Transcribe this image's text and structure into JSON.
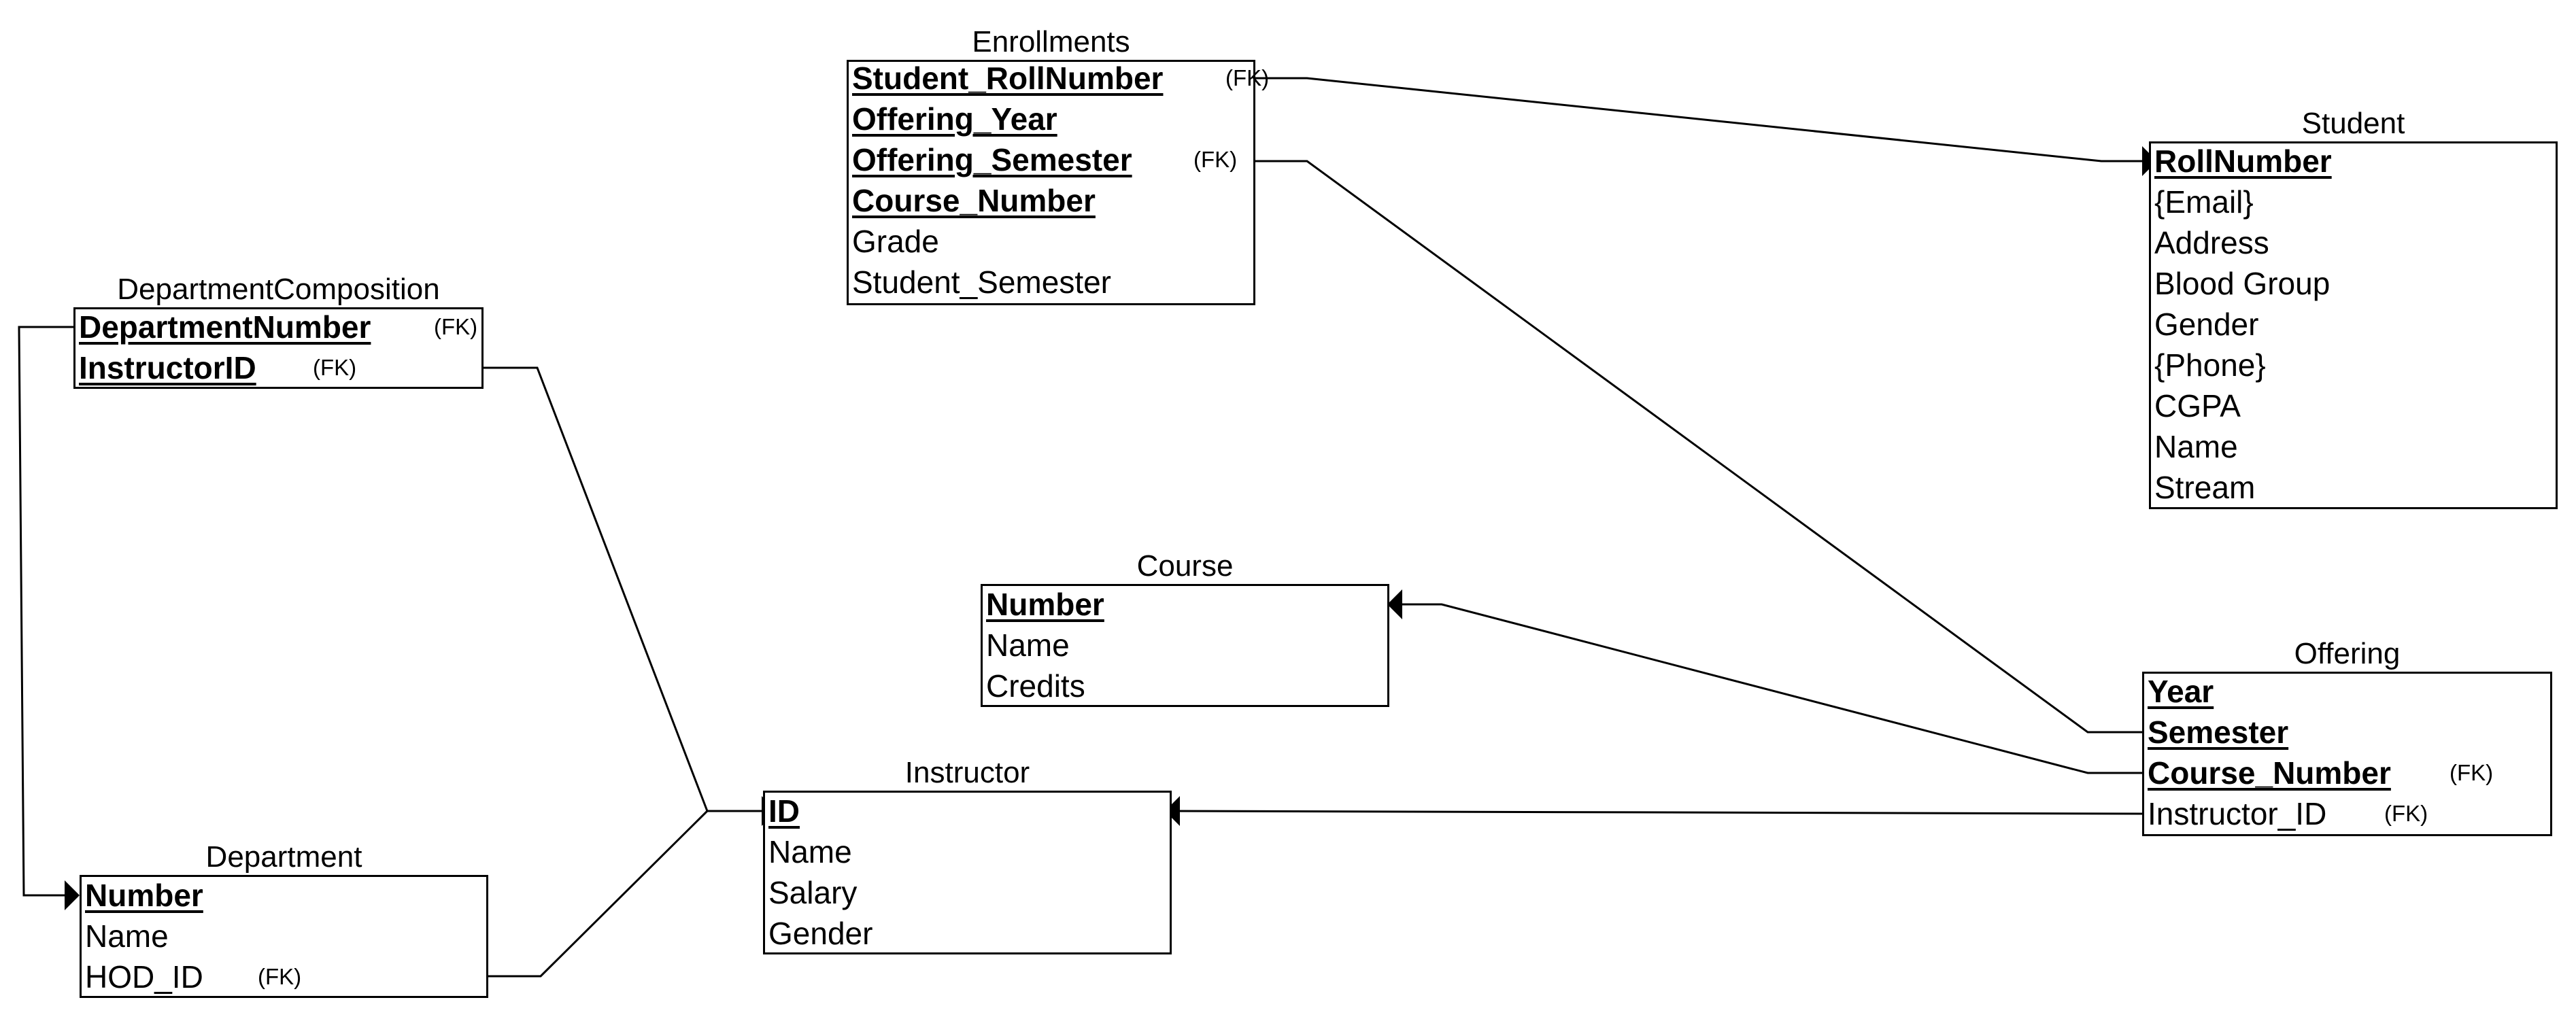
{
  "entities": {
    "enrollments": {
      "title": "Enrollments",
      "attributes": [
        "Student_RollNumber",
        "Offering_Year",
        "Offering_Semester",
        "Course_Number",
        "Grade",
        "Student_Semester"
      ],
      "keys": [
        "Student_RollNumber",
        "Offering_Year",
        "Offering_Semester",
        "Course_Number"
      ],
      "fk_labels": [
        "(FK)",
        "(FK)"
      ]
    },
    "student": {
      "title": "Student",
      "attributes": [
        "RollNumber",
        "{Email}",
        "Address",
        "Blood Group",
        "Gender",
        "{Phone}",
        "CGPA",
        "Name",
        "Stream"
      ],
      "keys": [
        "RollNumber"
      ]
    },
    "department_composition": {
      "title": "DepartmentComposition",
      "attributes": [
        "DepartmentNumber",
        "InstructorID"
      ],
      "keys": [
        "DepartmentNumber",
        "InstructorID"
      ],
      "fk_labels": [
        "(FK)",
        "(FK)"
      ]
    },
    "course": {
      "title": "Course",
      "attributes": [
        "Number",
        "Name",
        "Credits"
      ],
      "keys": [
        "Number"
      ]
    },
    "offering": {
      "title": "Offering",
      "attributes": [
        "Year",
        "Semester",
        "Course_Number",
        "Instructor_ID"
      ],
      "keys": [
        "Year",
        "Semester",
        "Course_Number"
      ],
      "fk_labels": [
        "(FK)",
        "(FK)"
      ]
    },
    "instructor": {
      "title": "Instructor",
      "attributes": [
        "ID",
        "Name",
        "Salary",
        "Gender"
      ],
      "keys": [
        "ID"
      ]
    },
    "department": {
      "title": "Department",
      "attributes": [
        "Number",
        "Name",
        "HOD_ID"
      ],
      "keys": [
        "Number"
      ],
      "fk_labels": [
        "(FK)"
      ]
    }
  },
  "relationships": [
    {
      "from": "Enrollments.Student_RollNumber",
      "to": "Student.RollNumber"
    },
    {
      "from": "Enrollments.(Offering_Year, Offering_Semester, Course_Number)",
      "to": "Offering.(Year, Semester)"
    },
    {
      "from": "Offering.Course_Number",
      "to": "Course.Number"
    },
    {
      "from": "Offering.Instructor_ID",
      "to": "Instructor.ID"
    },
    {
      "from": "DepartmentComposition.InstructorID",
      "to": "Instructor.ID"
    },
    {
      "from": "Department.HOD_ID",
      "to": "Instructor.ID"
    },
    {
      "from": "DepartmentComposition.DepartmentNumber",
      "to": "Department.Number"
    }
  ],
  "colors": {
    "line": "#000000",
    "background": "#ffffff"
  }
}
